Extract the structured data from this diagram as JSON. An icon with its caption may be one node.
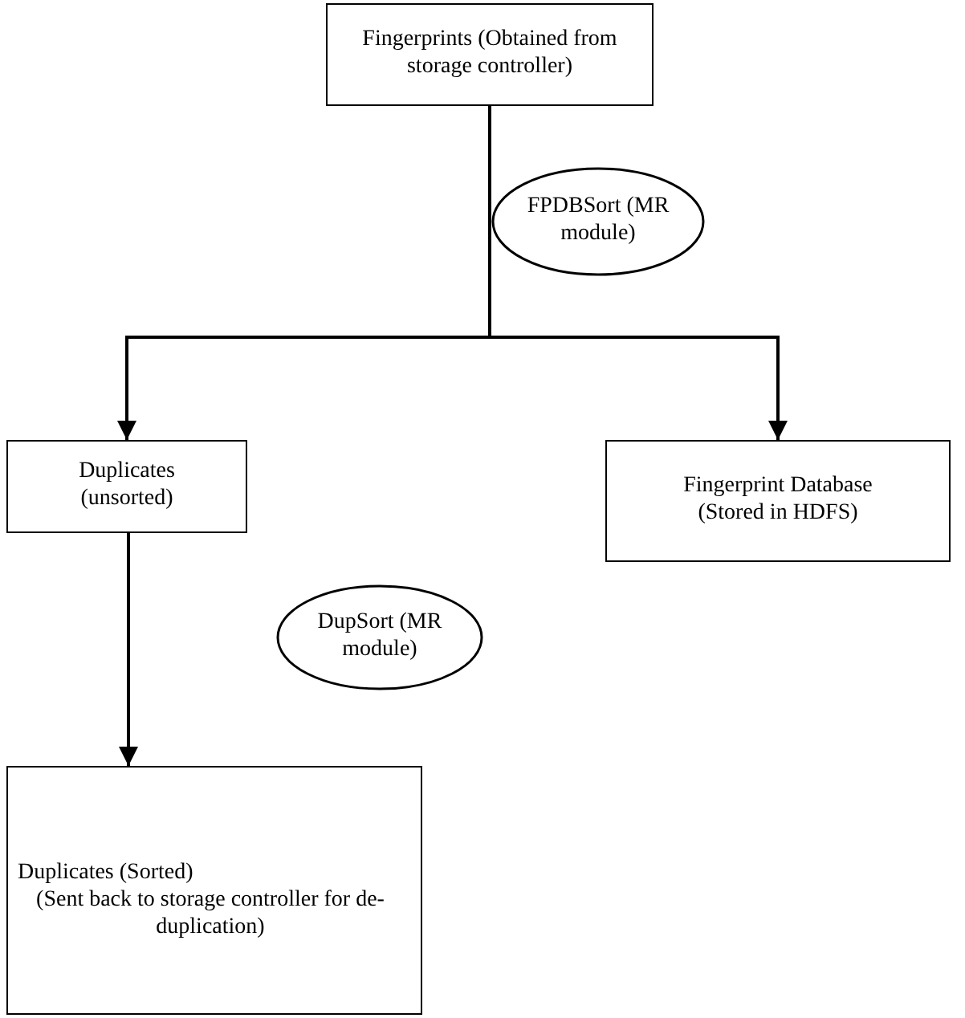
{
  "diagram": {
    "nodes": [
      {
        "text": [
          "Fingerprints (Obtained from storage controller)"
        ]
      },
      {
        "text": [
          "FPDBSort (MR module)"
        ]
      },
      {
        "text": [
          "Duplicates (unsorted)"
        ]
      },
      {
        "text": [
          "Fingerprint Database (Stored in HDFS)"
        ]
      },
      {
        "text": [
          "DupSort (MR module)"
        ]
      },
      {
        "text": [
          "Duplicates (Sorted)",
          "(Sent back to storage controller for de-duplication)"
        ]
      }
    ],
    "edges": [
      {
        "from": 0,
        "to": 2,
        "arrow": "to"
      },
      {
        "from": 0,
        "to": 3,
        "arrow": "to"
      },
      {
        "from": 2,
        "to": 5,
        "arrow": "to"
      }
    ]
  }
}
